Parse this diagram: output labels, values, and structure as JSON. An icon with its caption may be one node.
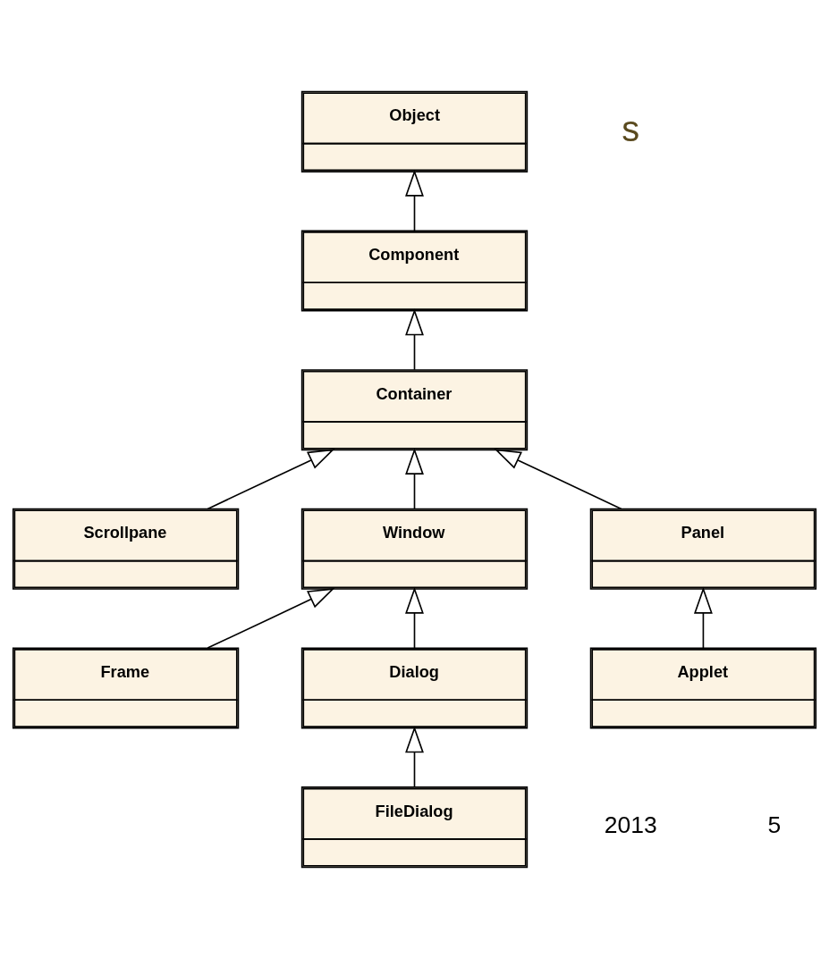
{
  "diagram": {
    "nodes": [
      {
        "text": [
          "Object"
        ]
      },
      {
        "text": [
          "Component"
        ]
      },
      {
        "text": [
          "Container"
        ]
      },
      {
        "text": [
          "Scrollpane"
        ]
      },
      {
        "text": [
          "Window"
        ]
      },
      {
        "text": [
          "Panel"
        ]
      },
      {
        "text": [
          "Frame"
        ]
      },
      {
        "text": [
          "Dialog"
        ]
      },
      {
        "text": [
          "Applet"
        ]
      },
      {
        "text": [
          "FileDialog"
        ]
      }
    ],
    "edges": [
      {
        "from": 1,
        "to": 0,
        "arrow": "to"
      },
      {
        "from": 2,
        "to": 1,
        "arrow": "to"
      },
      {
        "from": 3,
        "to": 2,
        "arrow": "to"
      },
      {
        "from": 4,
        "to": 2,
        "arrow": "to"
      },
      {
        "from": 5,
        "to": 2,
        "arrow": "to"
      },
      {
        "from": 6,
        "to": 4,
        "arrow": "to"
      },
      {
        "from": 7,
        "to": 4,
        "arrow": "to"
      },
      {
        "from": 8,
        "to": 5,
        "arrow": "to"
      },
      {
        "from": 9,
        "to": 7,
        "arrow": "to"
      }
    ],
    "labels": [
      "s",
      "2013",
      "5"
    ]
  }
}
